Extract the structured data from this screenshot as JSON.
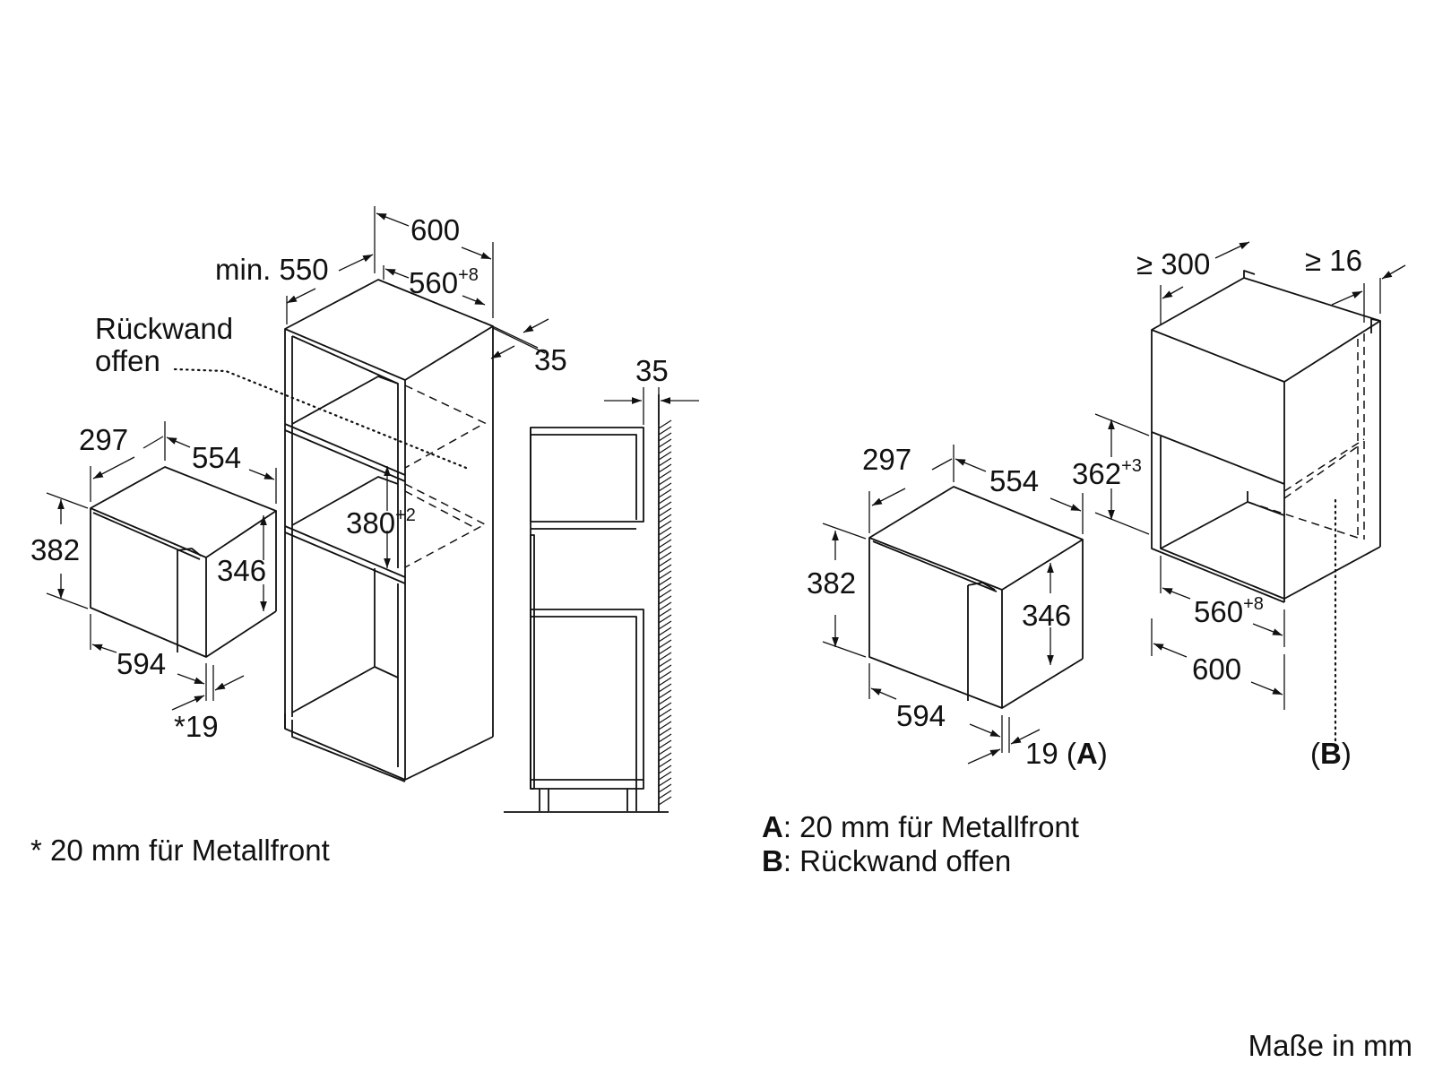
{
  "left": {
    "rueckwand_line1": "Rückwand",
    "rueckwand_line2": "offen",
    "dim_600": "600",
    "dim_min550": "min. 550",
    "dim_560": "560",
    "dim_560_sup": "+8",
    "dim_35a": "35",
    "dim_35b": "35",
    "dim_380": "380",
    "dim_380_sup": "+2",
    "dim_297": "297",
    "dim_554": "554",
    "dim_382": "382",
    "dim_346": "346",
    "dim_594": "594",
    "dim_19": "*19",
    "footnote": "* 20 mm für Metallfront"
  },
  "right": {
    "dim_300": "≥ 300",
    "dim_16": "≥ 16",
    "dim_362": "362",
    "dim_362_sup": "+3",
    "dim_297": "297",
    "dim_554": "554",
    "dim_382": "382",
    "dim_346": "346",
    "dim_594": "594",
    "dim_19": "19 (",
    "dim_19_A": "A",
    "dim_19_close": ")",
    "dim_560": "560",
    "dim_560_sup": "+8",
    "dim_600": "600",
    "label_B_open": "(",
    "label_B": "B",
    "label_B_close": ")",
    "legend_A_key": "A",
    "legend_A_text": ": 20 mm für Metallfront",
    "legend_B_key": "B",
    "legend_B_text": ": Rückwand offen"
  },
  "units_note": "Maße in mm"
}
